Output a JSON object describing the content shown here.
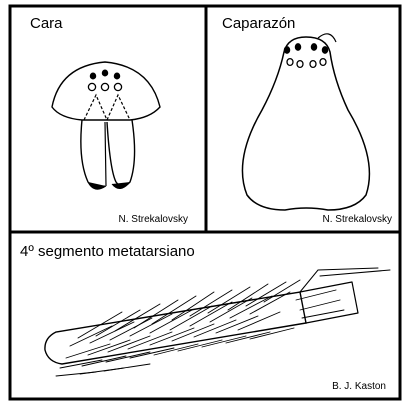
{
  "panels": {
    "face": {
      "title": "Cara",
      "credit": "N. Strekalovsky"
    },
    "carapace": {
      "title": "Caparazón",
      "credit": "N. Strekalovsky"
    },
    "leg": {
      "title": "4º segmento metatarsiano",
      "credit": "B. J. Kaston"
    }
  },
  "colors": {
    "ink": "#000000",
    "background": "#ffffff"
  }
}
